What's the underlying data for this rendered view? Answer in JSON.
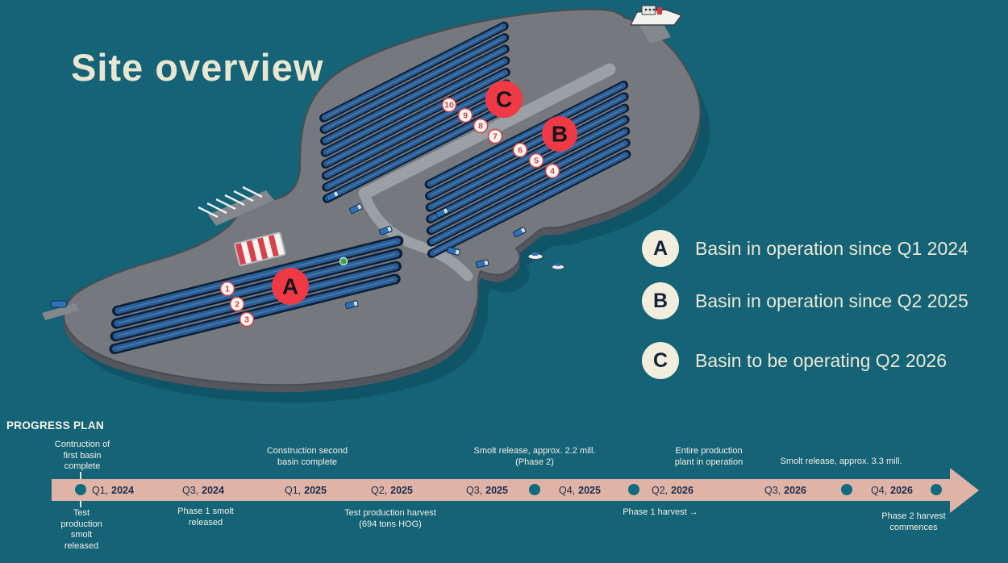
{
  "title": "Site overview",
  "map": {
    "badges": [
      "A",
      "B",
      "C"
    ],
    "markers": [
      "1",
      "2",
      "3",
      "4",
      "5",
      "6",
      "7",
      "8",
      "9",
      "10"
    ]
  },
  "legend": {
    "items": [
      {
        "key": "A",
        "text": "Basin in operation since Q1 2024"
      },
      {
        "key": "B",
        "text": "Basin in operation since Q2 2025"
      },
      {
        "key": "C",
        "text": "Basin to be operating Q2 2026"
      }
    ]
  },
  "progress": {
    "heading": "PROGRESS PLAN",
    "quarters": [
      {
        "q": "Q1,",
        "year": "2024"
      },
      {
        "q": "Q3,",
        "year": "2024"
      },
      {
        "q": "Q1,",
        "year": "2025"
      },
      {
        "q": "Q2,",
        "year": "2025"
      },
      {
        "q": "Q3,",
        "year": "2025"
      },
      {
        "q": "Q4,",
        "year": "2025"
      },
      {
        "q": "Q2,",
        "year": "2026"
      },
      {
        "q": "Q3,",
        "year": "2026"
      },
      {
        "q": "Q4,",
        "year": "2026"
      }
    ],
    "milestones_above": [
      "Contruction of\nfirst basin\ncomplete",
      "Construction second\nbasin complete",
      "Smolt release, approx. 2.2 mill.\n(Phase 2)",
      "Entire production\nplant in operation",
      "Smolt release, approx. 3.3 mill."
    ],
    "milestones_below": [
      "Test\nproduction\nsmolt\nreleased",
      "Phase 1 smolt\nreleased",
      "Test production harvest\n(694 tons HOG)",
      "Phase 1 harvest →",
      "Phase 2 harvest\ncommences"
    ]
  },
  "colors": {
    "background": "#146376",
    "badge_red": "#ef3a46",
    "cream": "#e9e6d1",
    "timeline_arrow": "#dfb3a6",
    "timeline_text": "#1d2c4e",
    "basin_water": "#2b5d95"
  }
}
